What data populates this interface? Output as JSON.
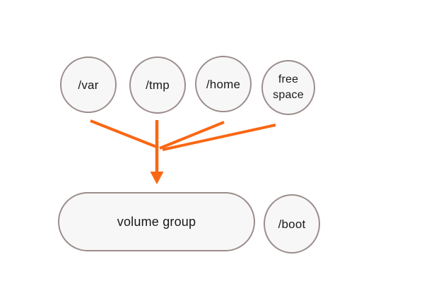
{
  "diagram": {
    "colors": {
      "arrow": "#f96714",
      "node_border": "#9b8e8c",
      "node_fill": "#f8f7f7",
      "background": "#ffffff",
      "text": "#1a1a1a"
    },
    "nodes": [
      {
        "id": "var",
        "label": "/var",
        "shape": "circle"
      },
      {
        "id": "tmp",
        "label": "/tmp",
        "shape": "circle"
      },
      {
        "id": "home",
        "label": "/home",
        "shape": "circle"
      },
      {
        "id": "free-space",
        "label": "free space",
        "shape": "circle"
      },
      {
        "id": "volume-group",
        "label": "volume group",
        "shape": "pill"
      },
      {
        "id": "boot",
        "label": "/boot",
        "shape": "circle"
      }
    ],
    "edges": [
      {
        "from": "var",
        "to": "volume-group"
      },
      {
        "from": "tmp",
        "to": "volume-group"
      },
      {
        "from": "home",
        "to": "volume-group"
      },
      {
        "from": "free-space",
        "to": "volume-group"
      }
    ]
  }
}
